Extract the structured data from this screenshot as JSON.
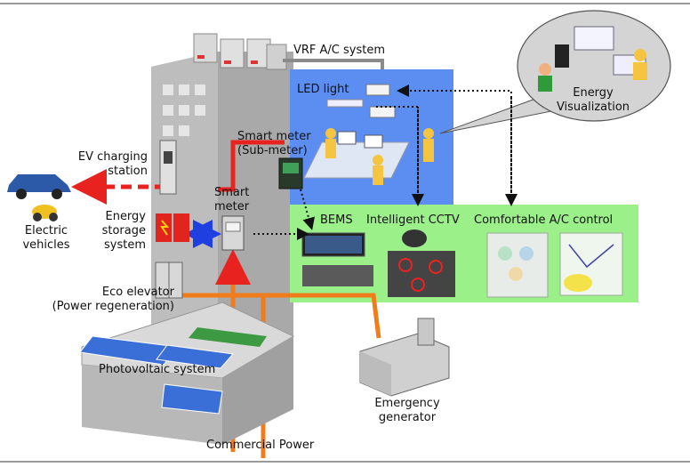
{
  "labels": {
    "vrf": "VRF A/C system",
    "led": "LED light",
    "energy_vis_line1": "Energy",
    "energy_vis_line2": "Visualization",
    "smart_meter_sub_line1": "Smart meter",
    "smart_meter_sub_line2": "(Sub-meter)",
    "ev_station_line1": "EV charging",
    "ev_station_line2": "station",
    "smart_meter_line1": "Smart",
    "smart_meter_line2": "meter",
    "ess_line1": "Energy",
    "ess_line2": "storage",
    "ess_line3": "system",
    "electric_line1": "Electric",
    "electric_line2": "vehicles",
    "eco_line1": "Eco elevator",
    "eco_line2": "(Power regeneration)",
    "bems": "BEMS",
    "cctv": "Intelligent CCTV",
    "ac_control": "Comfortable A/C control",
    "pv": "Photovoltaic system",
    "gen_line1": "Emergency",
    "gen_line2": "generator",
    "commercial": "Commercial Power"
  },
  "colors": {
    "power_line": "#f07c1b",
    "ev_line": "#e8221f",
    "office_panel": "#5b8ef0",
    "control_panel": "#9cf08a",
    "storage_link": "#1f3fe0"
  }
}
